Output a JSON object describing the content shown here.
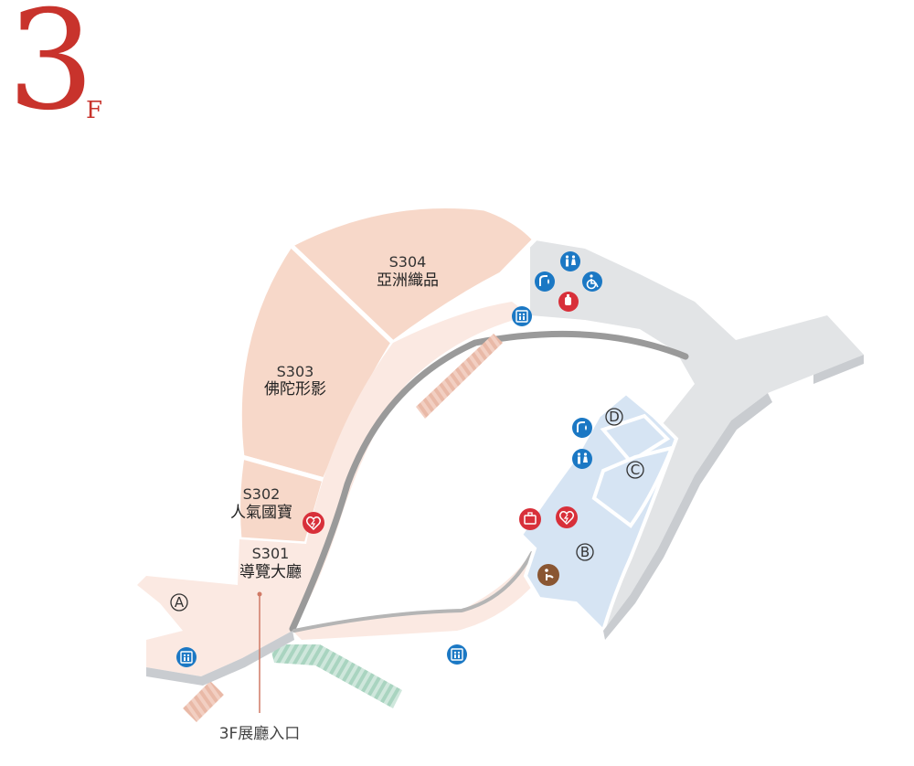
{
  "floor": {
    "number": "3",
    "suffix": "F"
  },
  "rooms": [
    {
      "code": "S304",
      "name": "亞洲織品"
    },
    {
      "code": "S303",
      "name": "佛陀形影"
    },
    {
      "code": "S302",
      "name": "人氣國寶"
    },
    {
      "code": "S301",
      "name": "導覽大廳"
    }
  ],
  "zones": [
    "A",
    "B",
    "C",
    "D"
  ],
  "entrance_label": "3F展廳入口",
  "colors": {
    "floor_accent": "#c8332c",
    "gallery_fill": "#f7d8c9",
    "corridor_fill": "#fbe9e2",
    "service_fill": "#e2e4e6",
    "zone_blue_fill": "#d6e4f3",
    "icon_blue": "#1b78c4",
    "icon_red": "#d8303a",
    "icon_brown": "#8a5632"
  },
  "icons": [
    "restroom-icon",
    "drinking-water-icon",
    "accessible-restroom-icon",
    "nursing-room-icon",
    "elevator-icon",
    "aed-icon",
    "locker-icon",
    "information-icon"
  ]
}
